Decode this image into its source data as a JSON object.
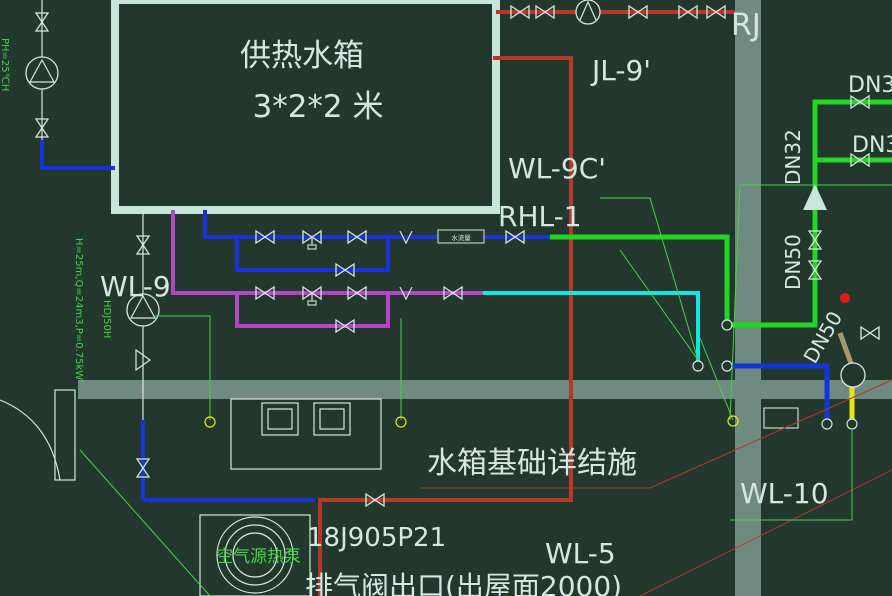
{
  "drawing": {
    "background": "#22372e",
    "colors": {
      "hot_supply": "#b5382a",
      "return_blue": "#1535d6",
      "purple": "#b245c8",
      "green": "#22d722",
      "cyan": "#14e6e6",
      "white_line": "#c9e6dd",
      "gray_wall": "#6f8a80",
      "cad_text": "#d8e6e0",
      "annotation_green": "#44d444",
      "yellow": "#e6e614",
      "red_point": "#e81818"
    }
  },
  "tank": {
    "title": "供热水箱",
    "size": "3*2*2 米"
  },
  "labels": {
    "rj": "RJ",
    "jl9": "JL-9'",
    "wl9c": "WL-9C'",
    "rhl1": "RHL-1",
    "wl9": "WL-9",
    "dn32_top": "DN3",
    "dn32_mid": "DN3",
    "dn32_vert": "DN32",
    "dn50_vert": "DN50",
    "dn50_diag": "DN50",
    "tank_base": "水箱基础详结施",
    "wl10": "WL-10",
    "wl5": "WL-5",
    "std_ref": "18J905P21",
    "bottom_text": "排气阀出口(出屋面2000)",
    "device_small": "水流量",
    "heat_pump": "空气源热泵",
    "pump_spec": "H=25m,Q=24m3,P=0.75kW",
    "pump_spec_left": "PH=25℃H",
    "pump_model": "HDJ50H"
  }
}
